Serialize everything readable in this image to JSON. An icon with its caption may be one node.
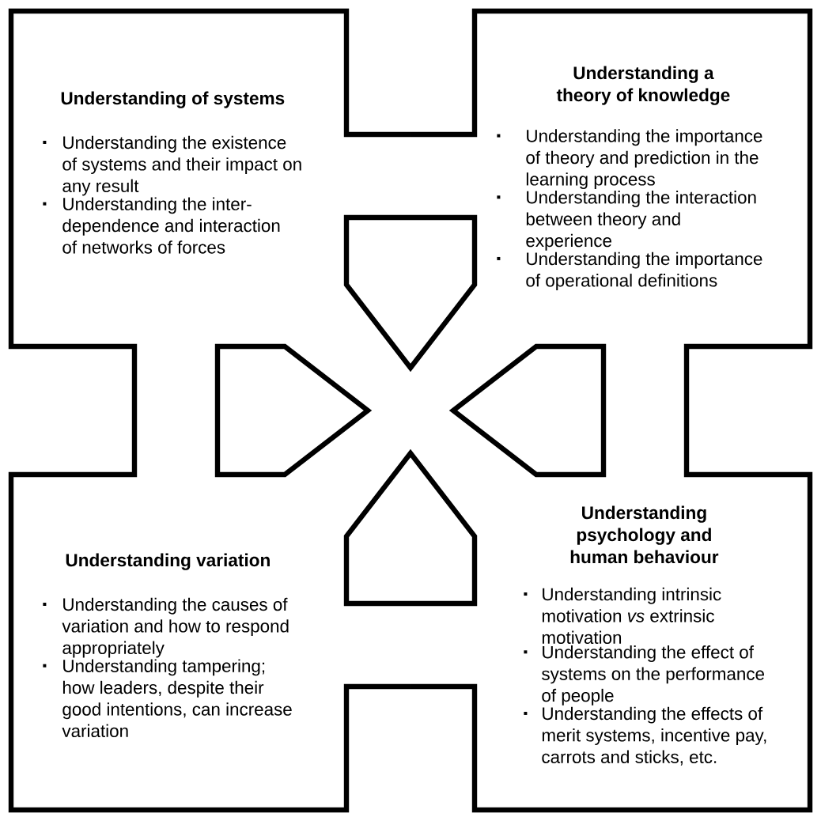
{
  "diagram": {
    "nodes": [
      {
        "text": [
          "Understanding of systems",
          "Understanding the existence of systems and their impact on any result",
          "Understanding the inter-dependence and interaction of networks of forces"
        ]
      },
      {
        "text": [
          "Understanding a theory of knowledge",
          "Understanding the importance of theory and prediction in the learning process",
          "Understanding the interaction between theory and experience",
          "Understanding the importance of operational definitions"
        ]
      },
      {
        "text": [
          "Understanding variation",
          "Understanding the causes of variation and how to respond appropriately",
          "Understanding tampering; how leaders, despite their good intentions, can increase variation"
        ]
      },
      {
        "text": [
          "Understanding psychology and human behaviour",
          "Understanding intrinsic motivation *vs* extrinsic motivation",
          "Understanding the effect of systems on the performance of people",
          "Understanding the effects of merit systems, incentive pay, carrots and sticks, etc."
        ]
      }
    ]
  }
}
